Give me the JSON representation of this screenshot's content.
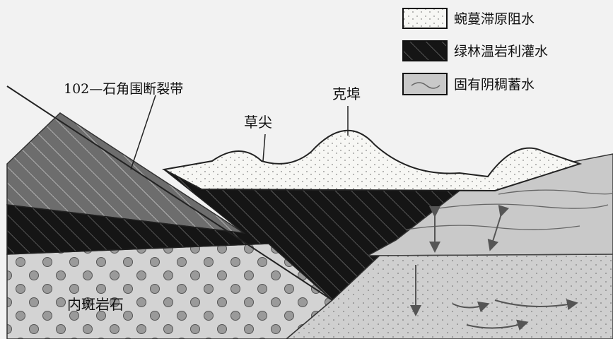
{
  "legend": {
    "items": [
      {
        "label": "蜿蔓滞原阻水",
        "pattern": "dotted-white"
      },
      {
        "label": "绿林温岩利灌水",
        "pattern": "black-hatched"
      },
      {
        "label": "固有阴稠蓄水",
        "pattern": "gray-wavy"
      }
    ]
  },
  "labels": {
    "fault": "102—石角围断裂带",
    "peak_left": "草尖",
    "peak_right": "克埠",
    "porphyry": "内斑岩石"
  },
  "colors": {
    "dotted_layer": "#f7f7f4",
    "black_layer": "#141414",
    "hatched_gray": "#6d6d6d",
    "light_gray": "#c8c8c8",
    "dotted_gray": "#cfcfcf",
    "porphyry_bg": "#d3d3d3",
    "porphyry_dot": "#9a9a9a",
    "background": "#f2f2f2"
  }
}
